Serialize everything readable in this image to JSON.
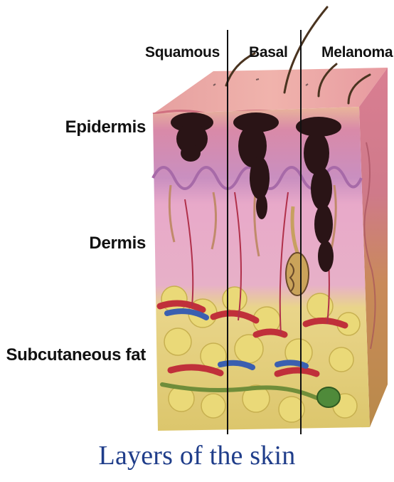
{
  "labels": {
    "top": {
      "squamous": "Squamous",
      "basal": "Basal",
      "melanoma": "Melanoma"
    },
    "layers": {
      "epidermis": "Epidermis",
      "dermis": "Dermis",
      "subcutaneous_fat": "Subcutaneous fat"
    }
  },
  "caption": "Layers of the skin",
  "colors": {
    "caption": "#1f3d8a",
    "skin_surface": "#e8a0a6",
    "epidermis": "#d98aa8",
    "dermis": "#e3a6c6",
    "fat": "#e4d37a",
    "tumor": "#2a1416",
    "artery": "#c0303a",
    "vein": "#3a5fb0"
  }
}
